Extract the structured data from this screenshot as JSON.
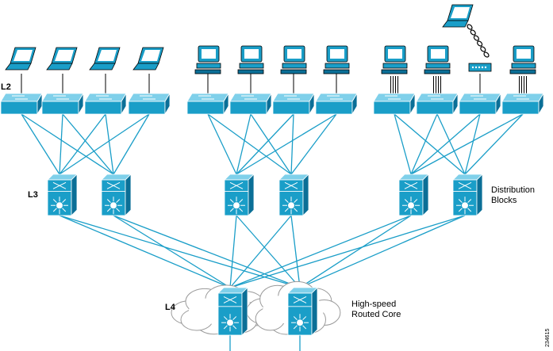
{
  "labels": {
    "layer2": "L2",
    "layer3": "L3",
    "layer4": "L4",
    "distribution_line1": "Distribution",
    "distribution_line2": "Blocks",
    "core_line1": "High-speed",
    "core_line2": "Routed Core",
    "figure_id": "234615"
  },
  "colors": {
    "device_fill": "#1a9ec8",
    "device_dark": "#0b6f97",
    "device_light": "#7fd0ea",
    "link": "#1a9ec8",
    "cloud_stroke": "#9a9a9a",
    "outline": "#000000"
  },
  "blocks": [
    {
      "name": "laptops",
      "endpoint": "laptop-icon",
      "count": 4
    },
    {
      "name": "desktops",
      "endpoint": "desktop-icon",
      "count": 4
    },
    {
      "name": "mixed",
      "endpoint": "desktop-icon",
      "count": 4,
      "extra": "wireless-laptop"
    }
  ]
}
